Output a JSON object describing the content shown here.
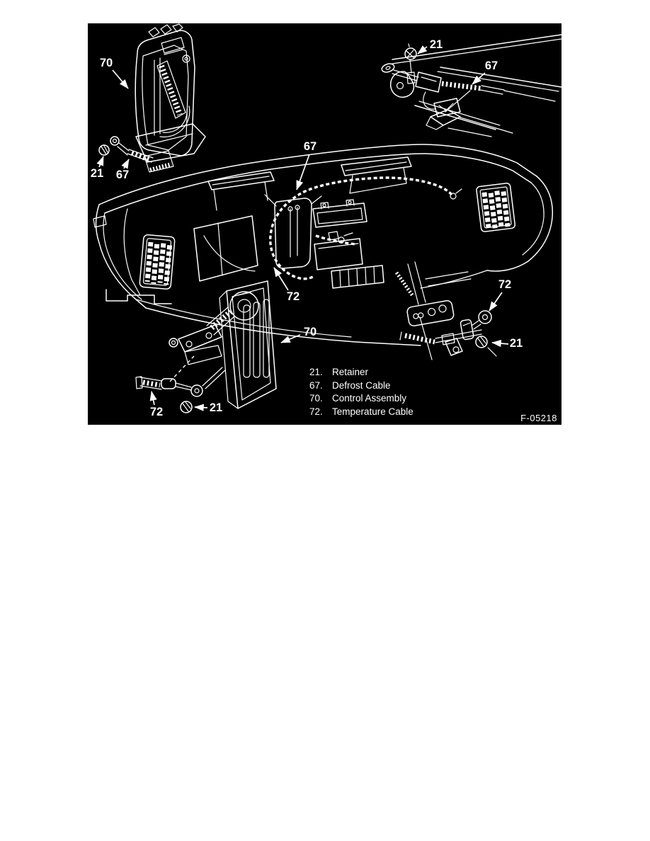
{
  "figure": {
    "background": "#000000",
    "ink": "#ffffff",
    "page_background": "#ffffff",
    "figure_number": "F-05218",
    "legend": {
      "items": [
        {
          "number": "21.",
          "label": "Retainer"
        },
        {
          "number": "67.",
          "label": "Defrost Cable"
        },
        {
          "number": "70.",
          "label": "Control Assembly"
        },
        {
          "number": "72.",
          "label": "Temperature Cable"
        }
      ]
    },
    "callouts": {
      "tl_70": "70",
      "tl_21": "21",
      "tl_67": "67",
      "tr_21": "21",
      "tr_67": "67",
      "c_67": "67",
      "c_72": "72",
      "bl_70": "70",
      "bl_72": "72",
      "bl_21": "21",
      "br_72": "72",
      "br_21": "21"
    }
  }
}
